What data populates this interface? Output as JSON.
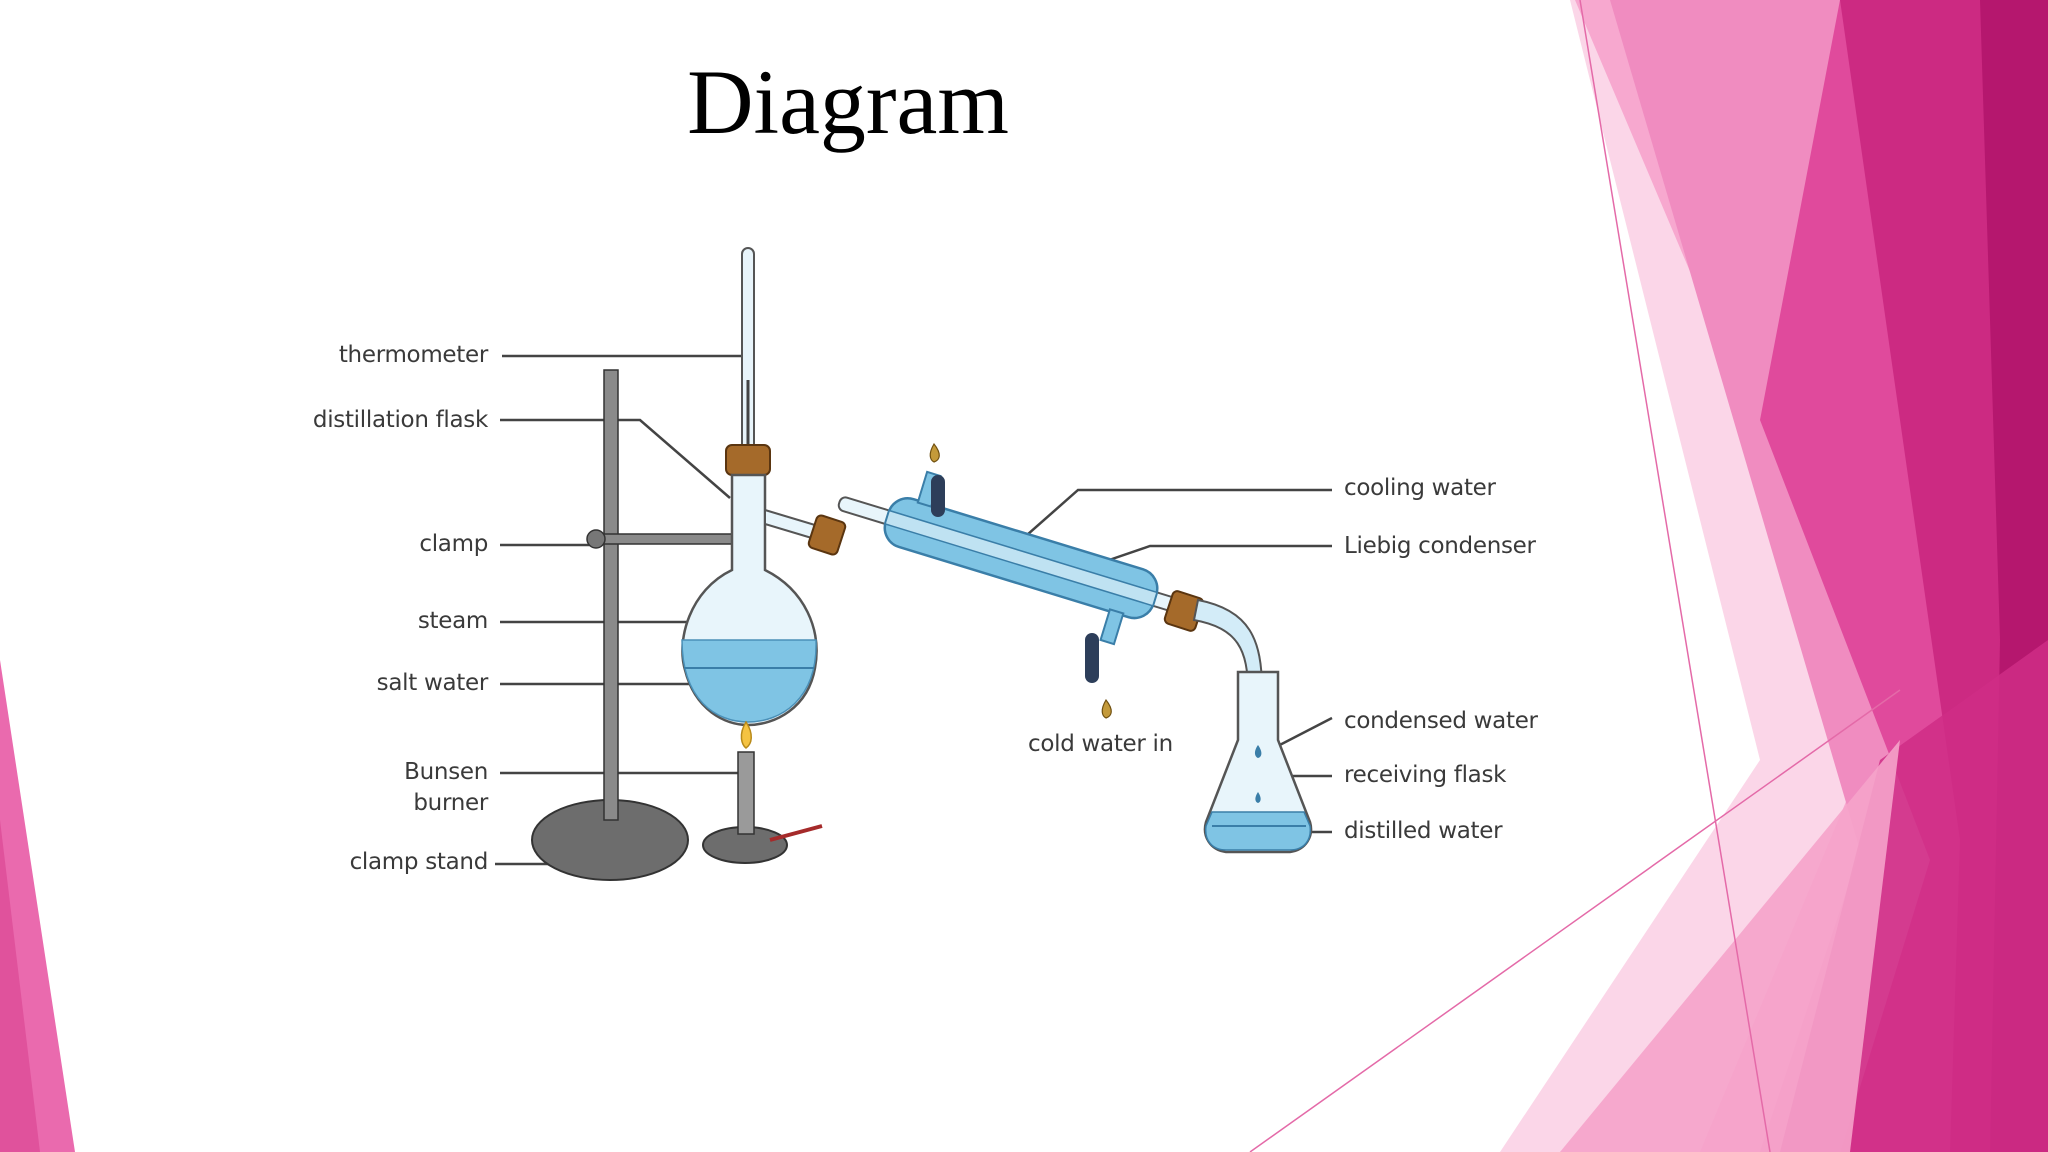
{
  "slide": {
    "title": "Diagram",
    "accent_colors": [
      "#b5176e",
      "#cc2a82",
      "#e04a9c",
      "#f080b8",
      "#f7b8d6",
      "#fbd6e8"
    ]
  },
  "diagram": {
    "labels_left": [
      "thermometer",
      "distillation flask",
      "clamp",
      "steam",
      "salt water",
      "Bunsen",
      "burner",
      "clamp stand"
    ],
    "labels_right": [
      "cooling water",
      "Liebig condenser",
      "condensed water",
      "receiving flask",
      "distilled water"
    ],
    "label_center": "cold water in",
    "water_color": "#7fc4e4",
    "glass_color": "#d8eef8"
  }
}
